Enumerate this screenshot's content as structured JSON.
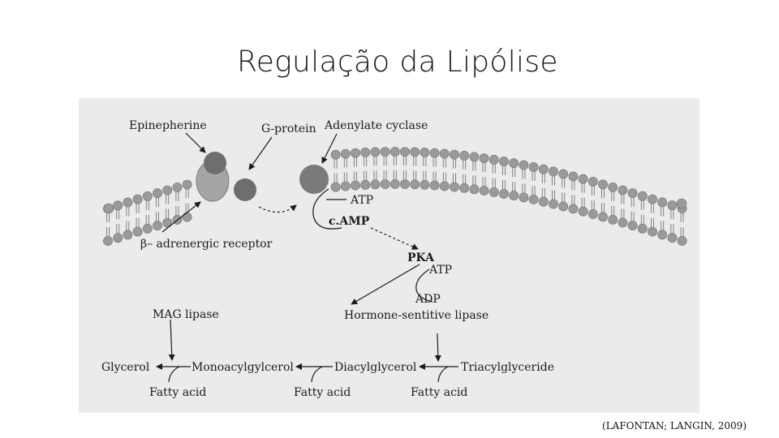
{
  "slide": {
    "title": "Regulação da Lipólise",
    "citation": "(LAFONTAN; LANGIN, 2009)"
  },
  "diagram": {
    "labels": {
      "epinephrine": "Epinepherine",
      "g_protein": "G-protein",
      "adenylate_cyclase": "Adenylate cyclase",
      "atp_1": "ATP",
      "camp": "c.AMP",
      "beta_receptor": "β– adrenergic receptor",
      "pka": "PKA",
      "atp_2": "ATP",
      "adp": "ADP",
      "hsl": "Hormone-sentitive lipase",
      "mag_lipase": "MAG lipase",
      "glycerol": "Glycerol",
      "monoacylglycerol": "Monoacylgylcerol",
      "diacylglycerol": "Diacylglycerol",
      "triacylglyceride": "Triacylglyceride",
      "fatty_acid_1": "Fatty acid",
      "fatty_acid_2": "Fatty acid",
      "fatty_acid_3": "Fatty acid"
    },
    "colors": {
      "background": "#ebebeb",
      "lipid_head": "#9a9a9a",
      "receptor": "#a5a5a5",
      "g_protein_subunit": "#6e6e6e",
      "adenylate_cyclase": "#7a7a7a",
      "ink": "#1b1b1b"
    }
  }
}
